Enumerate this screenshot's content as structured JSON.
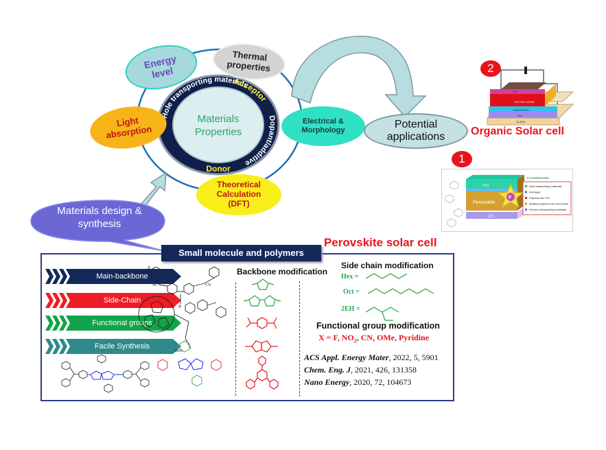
{
  "top": {
    "center": {
      "line1": "Materials",
      "line2": "Properties"
    },
    "ring": {
      "top": "Acceptor",
      "bottom": "Donor",
      "left": "Hole transporting materials",
      "right": "Dopant/additive"
    },
    "nodes": {
      "energy_level": {
        "line1": "Energy",
        "line2": "level"
      },
      "thermal": {
        "line1": "Thermal",
        "line2": "properties"
      },
      "light": {
        "line1": "Light",
        "line2": "absorption"
      },
      "electrical": {
        "line1": "Electrical &",
        "line2": "Morphology"
      },
      "theoretical": {
        "line1": "Theoretical",
        "line2": "Calculation",
        "line3": "(DFT)"
      }
    },
    "potential": {
      "line1": "Potential",
      "line2": "applications"
    },
    "design_callout": {
      "line1": "Materials design  &",
      "line2": "synthesis"
    },
    "osc": {
      "badge": "2",
      "label": "Organic Solar cell",
      "layers": [
        "LiF",
        "ACTIVE LAYER",
        "PEDOT:PSS",
        "ITO",
        "GLASS"
      ]
    },
    "psc": {
      "badge": "1",
      "label": "Perovskite solar cell",
      "layers": [
        "HTL",
        "Perovskite",
        "ETL"
      ],
      "legend_title": "FLUORINATED",
      "legend_items": [
        "Hole transporting materials",
        "Interlayer",
        "Dopants into HTL",
        "Additive/dopants into Perovskite",
        "Electron transporting materials"
      ],
      "star_label": "F"
    }
  },
  "bottom": {
    "header": "Small molecule and polymers",
    "chevrons": [
      {
        "label": "Main-backbone",
        "color": "#14285a"
      },
      {
        "label": "Side-Chain",
        "color": "#ee1c24"
      },
      {
        "label": "Functional groups",
        "color": "#12a44a"
      },
      {
        "label": "Facile Synthesis",
        "color": "#2f8a8a"
      }
    ],
    "backbone_title": "Backbone modification",
    "side_chain_title": "Side chain modification",
    "side_chains": [
      {
        "label": "Hex ="
      },
      {
        "label": "Oct ="
      },
      {
        "label": "2EH ="
      }
    ],
    "functional_title": "Functional group modification",
    "functional_text": {
      "prefix": "X  = F, NO",
      "sub": "2",
      "suffix": ", CN, OMe, Pyridine"
    },
    "references": [
      {
        "journal": "ACS Appl. Energy Mater",
        "rest": ", 2022, 5, 5901"
      },
      {
        "journal": "Chem. Eng. J",
        "rest": ", 2021, 426, 131358"
      },
      {
        "journal": "Nano Energy",
        "rest": ", 2020, 72, 104673"
      }
    ],
    "mol_labels": {
      "x": "X",
      "nc": "NC",
      "cn": "CN",
      "r": "R",
      "meo": "MeO",
      "f": "F",
      "n": "N",
      "s": "S"
    }
  },
  "colors": {
    "navy": "#14285a",
    "ring_blue": "#1f6fb5",
    "red": "#ee1c24",
    "green": "#2aa44a",
    "purple_node": "#7b5fc7",
    "callout": "#6b68d6"
  }
}
